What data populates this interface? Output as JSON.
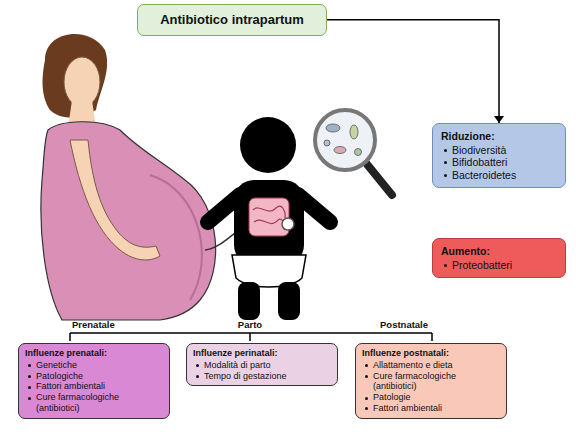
{
  "diagram": {
    "nodes": [
      {
        "text": [
          "Antibiotico intrapartum"
        ]
      },
      {
        "text": [
          "Riduzione:",
          "Biodiversità",
          "Bifidobatteri",
          "Bacteroidetes"
        ]
      },
      {
        "text": [
          "Aumento:",
          "Proteobatteri"
        ]
      },
      {
        "text": [
          "Influenze prenatali:",
          "Genetiche",
          "Patologiche",
          "Fattori ambientali",
          "Cure farmacologiche (antibiotici)"
        ]
      },
      {
        "text": [
          "Influenze perinatali:",
          "Modalità di parto",
          "Tempo di gestazione"
        ]
      },
      {
        "text": [
          "Influenze postnatali:",
          "Allattamento e dieta",
          "Cure farmacologiche (antibiotici)",
          "Patologie",
          "Fattori ambientali"
        ]
      }
    ],
    "edges": [
      {
        "from": 0,
        "to": 1,
        "arrow": "to"
      }
    ],
    "labels": [
      "Prenatale",
      "Parto",
      "Postnatale"
    ]
  }
}
